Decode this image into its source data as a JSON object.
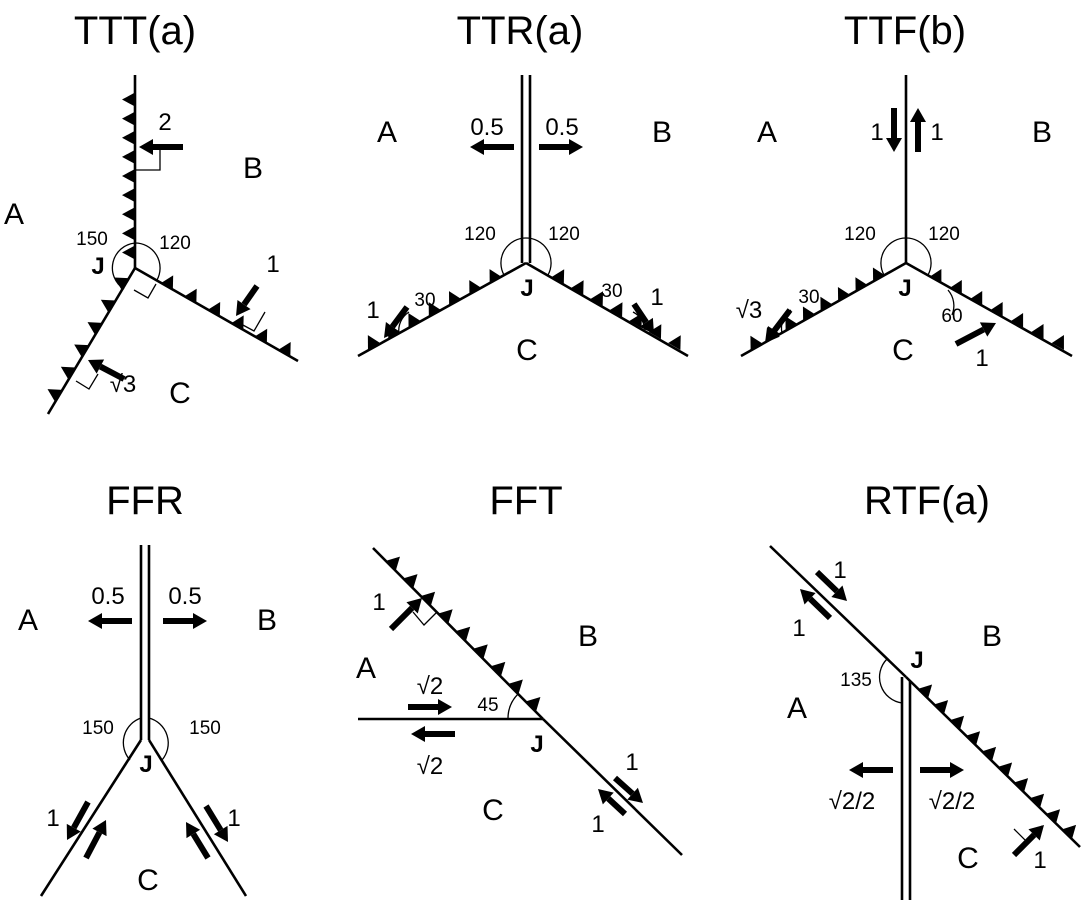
{
  "panels": [
    {
      "id": "ttt",
      "title": "TTT(a)",
      "plates": [
        "A",
        "B",
        "C"
      ],
      "angles": [
        "150",
        "120"
      ],
      "junction": "J",
      "velocities": [
        "2",
        "1",
        "√3"
      ]
    },
    {
      "id": "ttr",
      "title": "TTR(a)",
      "plates": [
        "A",
        "B",
        "C"
      ],
      "angles": [
        "120",
        "120",
        "30",
        "30"
      ],
      "junction": "J",
      "velocities": [
        "0.5",
        "0.5",
        "1",
        "1"
      ]
    },
    {
      "id": "ttf",
      "title": "TTF(b)",
      "plates": [
        "A",
        "B",
        "C"
      ],
      "angles": [
        "120",
        "120",
        "30",
        "60"
      ],
      "junction": "J",
      "velocities": [
        "1",
        "1",
        "√3",
        "1"
      ]
    },
    {
      "id": "ffr",
      "title": "FFR",
      "plates": [
        "A",
        "B",
        "C"
      ],
      "angles": [
        "150",
        "150"
      ],
      "junction": "J",
      "velocities": [
        "0.5",
        "0.5",
        "1",
        "1"
      ]
    },
    {
      "id": "fft",
      "title": "FFT",
      "plates": [
        "A",
        "B",
        "C"
      ],
      "angles": [
        "45"
      ],
      "junction": "J",
      "velocities": [
        "1",
        "√2",
        "√2",
        "1",
        "1"
      ]
    },
    {
      "id": "rtf",
      "title": "RTF(a)",
      "plates": [
        "A",
        "B",
        "C"
      ],
      "angles": [
        "135"
      ],
      "junction": "J",
      "velocities": [
        "1",
        "1",
        "√2/2",
        "√2/2",
        "1"
      ]
    }
  ]
}
